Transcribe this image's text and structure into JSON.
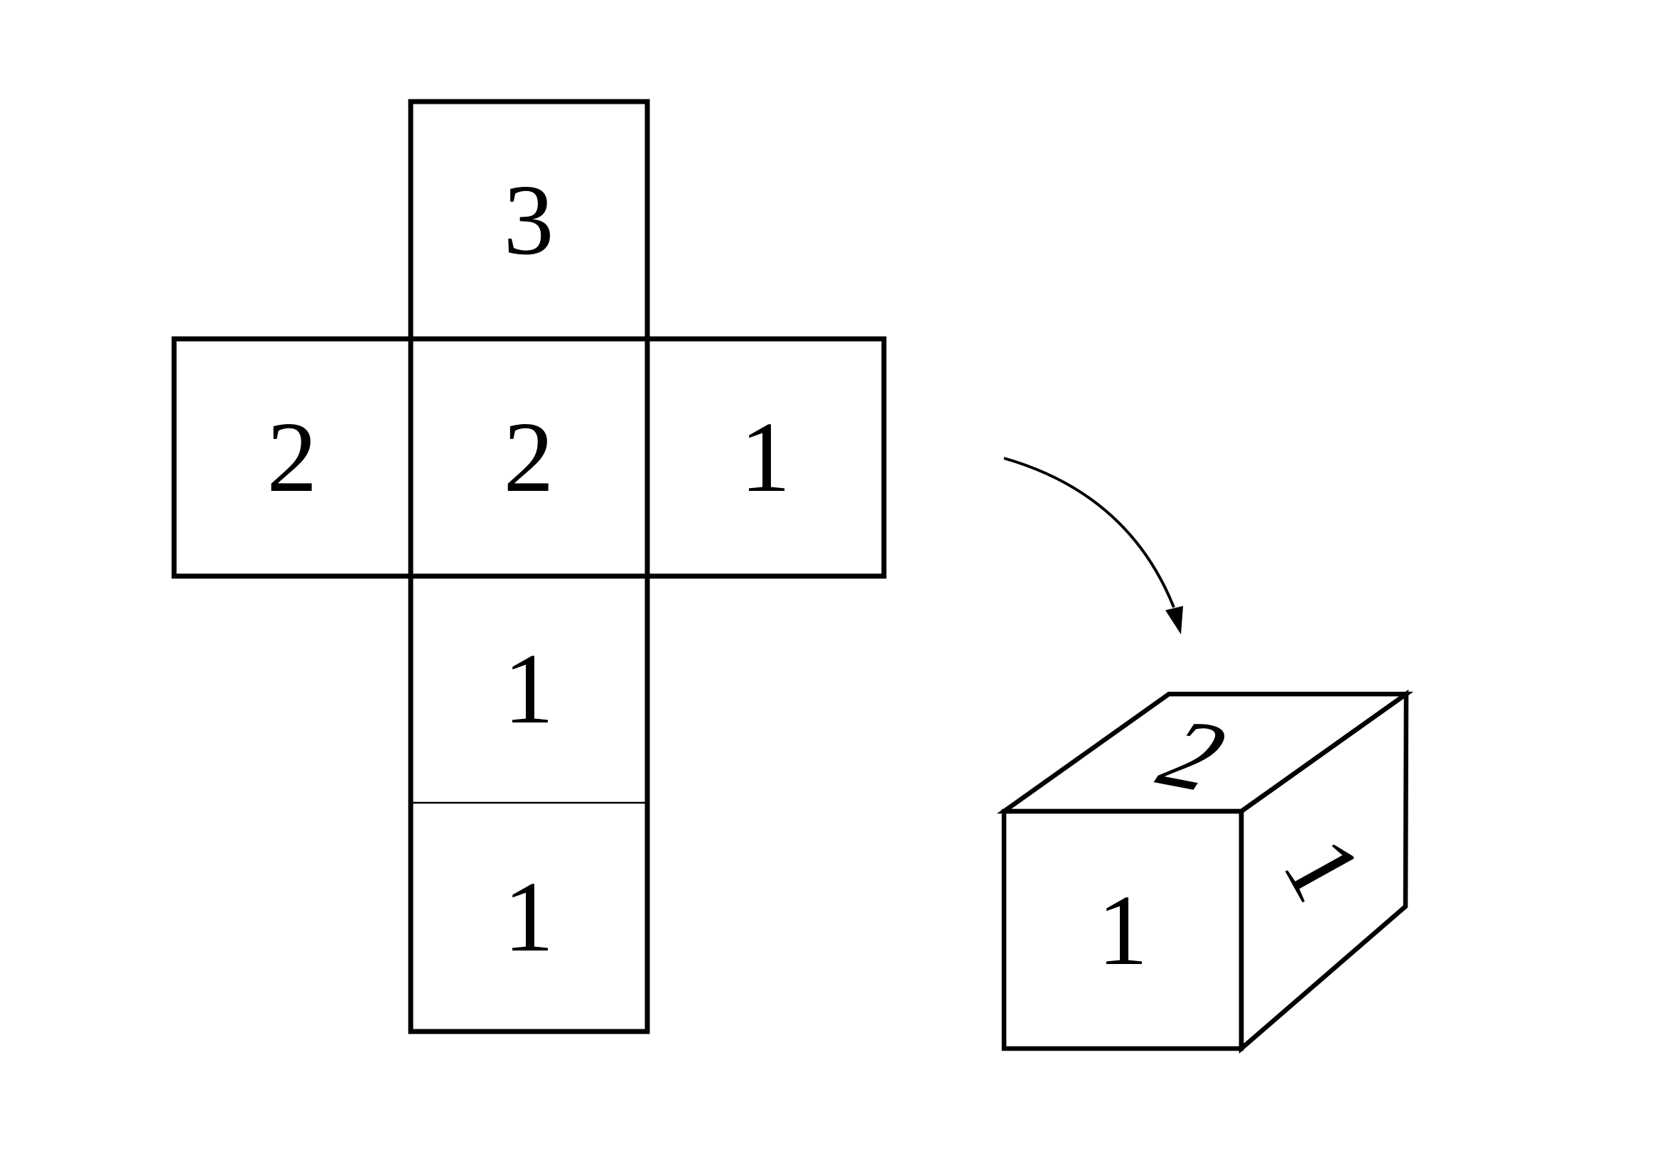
{
  "figure": {
    "background": "#ffffff",
    "ink_color": "#000000",
    "description": "Net of a box with numbered faces folding into a 3D box"
  },
  "net": {
    "cells": [
      {
        "position": "top",
        "label": "3"
      },
      {
        "position": "row-left",
        "label": "2"
      },
      {
        "position": "row-center",
        "label": "2"
      },
      {
        "position": "row-right",
        "label": "1"
      },
      {
        "position": "below-center",
        "label": "1"
      },
      {
        "position": "bottom",
        "label": "1"
      }
    ]
  },
  "arrow": {
    "meaning": "fold-into-box"
  },
  "box": {
    "faces": [
      {
        "position": "top",
        "label": "2"
      },
      {
        "position": "front",
        "label": "1"
      },
      {
        "position": "right",
        "label": "1"
      }
    ]
  }
}
